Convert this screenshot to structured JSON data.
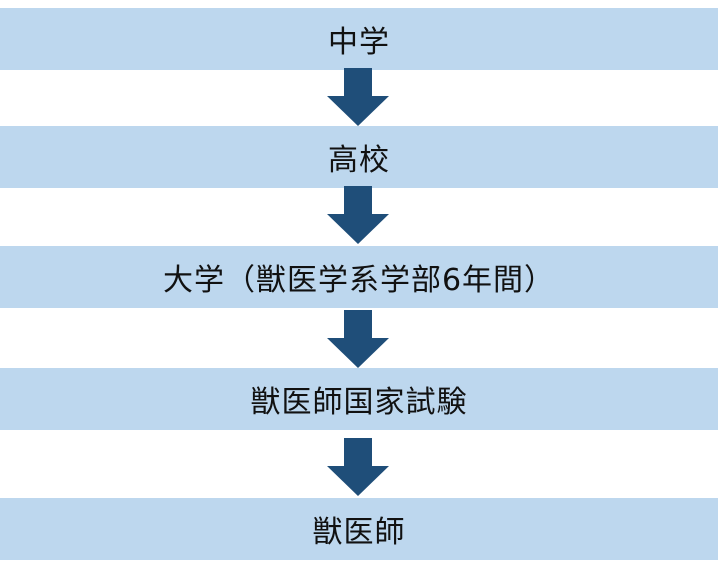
{
  "flow": {
    "steps": [
      {
        "label": "中学"
      },
      {
        "label": "高校"
      },
      {
        "label": "大学（獣医学系学部6年間）"
      },
      {
        "label": "獣医師国家試験"
      },
      {
        "label": "獣医師"
      }
    ],
    "colors": {
      "box": "#bdd7ee",
      "arrow": "#1f4e79",
      "text": "#111111"
    }
  }
}
